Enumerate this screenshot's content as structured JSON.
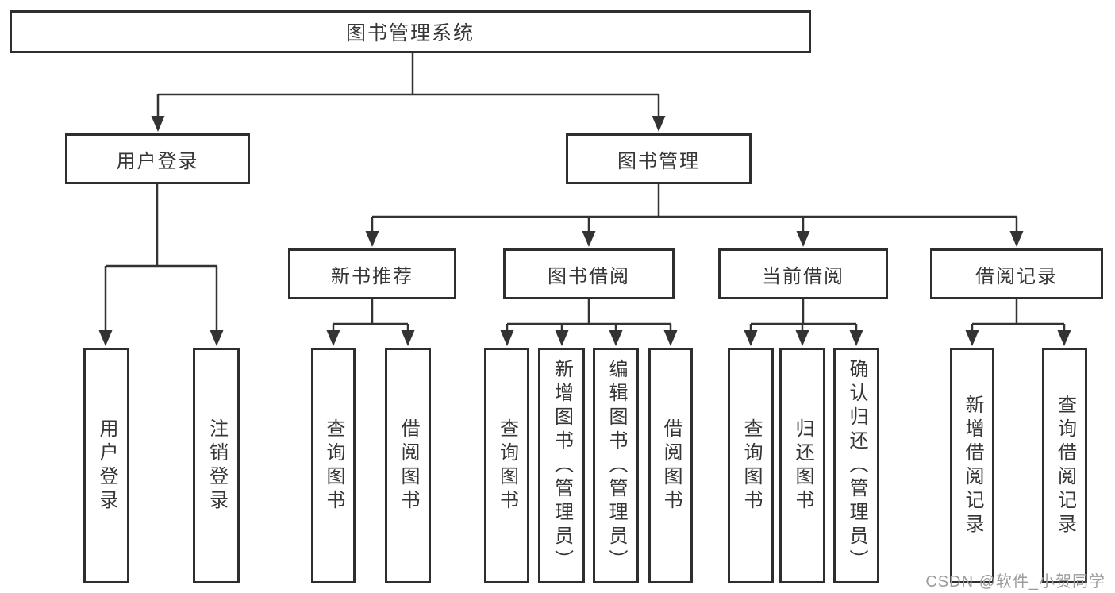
{
  "tree": {
    "label": "图书管理系统",
    "children": [
      {
        "label": "用户登录",
        "children": [
          {
            "label": "用户登录"
          },
          {
            "label": "注销登录"
          }
        ]
      },
      {
        "label": "图书管理",
        "children": [
          {
            "label": "新书推荐",
            "children": [
              {
                "label": "查询图书"
              },
              {
                "label": "借阅图书"
              }
            ]
          },
          {
            "label": "图书借阅",
            "children": [
              {
                "label": "查询图书"
              },
              {
                "label": "新增图书（管理员）"
              },
              {
                "label": "编辑图书（管理员）"
              },
              {
                "label": "借阅图书"
              }
            ]
          },
          {
            "label": "当前借阅",
            "children": [
              {
                "label": "查询图书"
              },
              {
                "label": "归还图书"
              },
              {
                "label": "确认归还（管理员）"
              }
            ]
          },
          {
            "label": "借阅记录",
            "children": [
              {
                "label": "新增借阅记录"
              },
              {
                "label": "查询借阅记录"
              }
            ]
          }
        ]
      }
    ]
  },
  "watermark": {
    "text": "CSDN @软件_小贺同学"
  },
  "colors": {
    "line": "#333333",
    "box_border": "#2e2e2e",
    "text": "#363636",
    "watermark": "#9c9c9c",
    "background": "#ffffff"
  }
}
